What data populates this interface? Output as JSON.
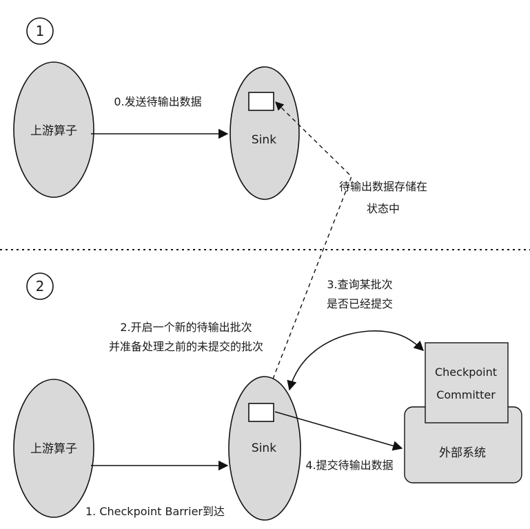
{
  "steps": {
    "step1": "1",
    "step2": "2"
  },
  "nodes": {
    "upstream_1": "上游算子",
    "sink_1": "Sink",
    "upstream_2": "上游算子",
    "sink_2": "Sink",
    "committer_line1": "Checkpoint",
    "committer_line2": "Committer",
    "external_system": "外部系统"
  },
  "annotations": {
    "send_data": "0.发送待输出数据",
    "store_line1": "待输出数据存储在",
    "store_line2": "状态中",
    "query_line1": "3.查询某批次",
    "query_line2": "是否已经提交",
    "open_batch_line1": "2.开启一个新的待输出批次",
    "open_batch_line2": "并准备处理之前的未提交的批次",
    "barrier_arrives": "1. Checkpoint Barrier到达",
    "commit_data": "4.提交待输出数据"
  }
}
